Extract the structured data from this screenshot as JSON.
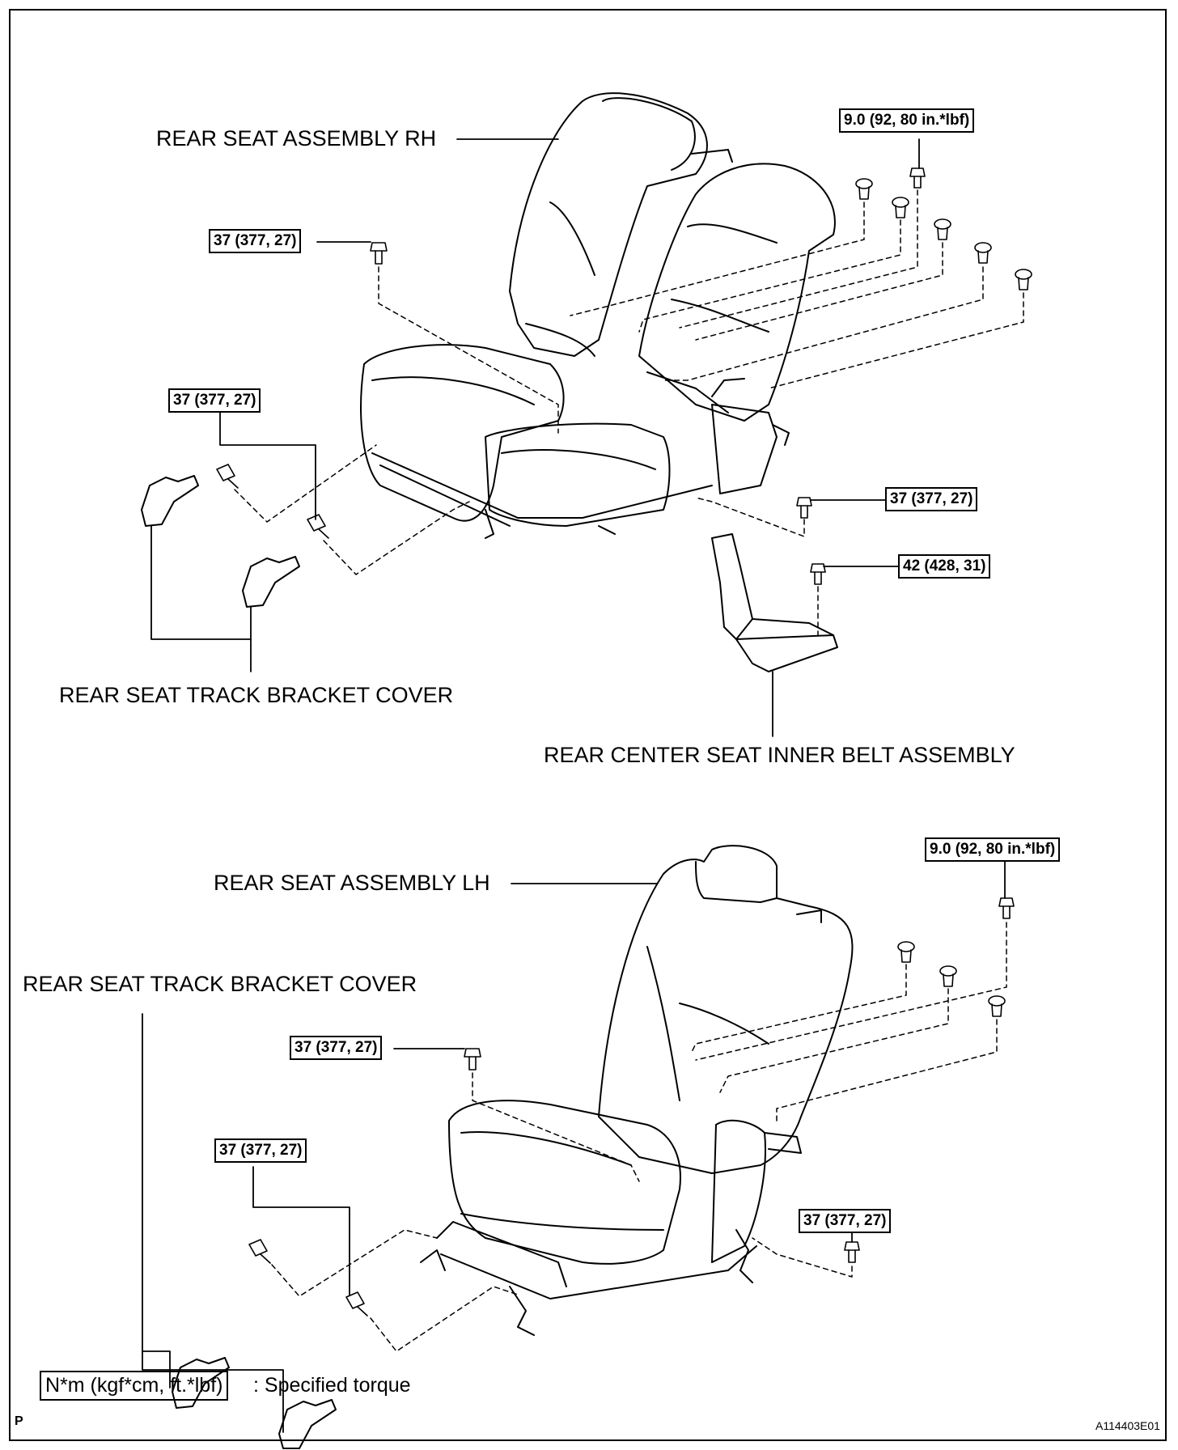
{
  "labels": {
    "rear_seat_rh": "REAR SEAT ASSEMBLY RH",
    "track_cover_top": "REAR SEAT TRACK BRACKET COVER",
    "center_belt": "REAR CENTER SEAT INNER BELT ASSEMBLY",
    "rear_seat_lh": "REAR SEAT ASSEMBLY LH",
    "track_cover_bottom": "REAR SEAT TRACK BRACKET COVER"
  },
  "torques": {
    "top_bolt_rh": "9.0 (92, 80 in.*lbf)",
    "seat_bolt_rh": "37 (377, 27)",
    "cover_bolts_rh": "37 (377, 27)",
    "right_bolt_rh": "37 (377, 27)",
    "belt_bolt": "42 (428, 31)",
    "top_bolt_lh": "9.0 (92, 80 in.*lbf)",
    "seat_bolt_lh": "37 (377, 27)",
    "cover_bolts_lh": "37 (377, 27)",
    "right_bolt_lh": "37 (377, 27)"
  },
  "legend": {
    "box": "N*m (kgf*cm, ft.*lbf)",
    "text": ": Specified torque"
  },
  "corner_left": "P",
  "figure_id": "A114403E01"
}
